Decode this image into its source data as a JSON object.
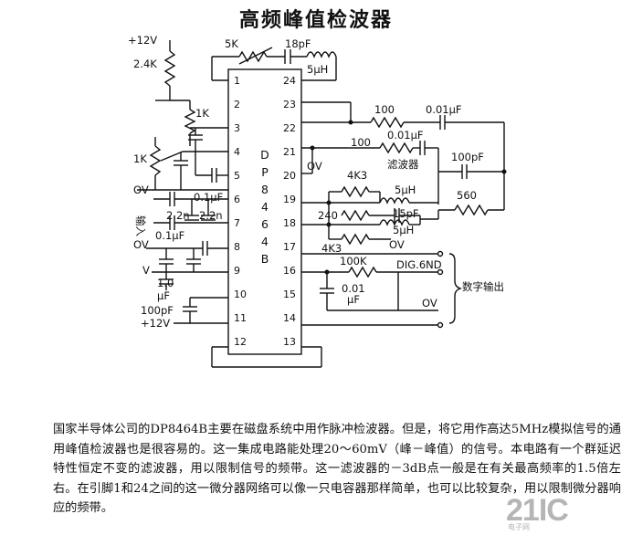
{
  "title": "高频峰值检波器",
  "chip": {
    "letters": [
      "D",
      "P",
      "8",
      "4",
      "6",
      "4",
      "B"
    ],
    "left_pins": [
      "1",
      "2",
      "3",
      "4",
      "5",
      "6",
      "7",
      "8",
      "9",
      "10",
      "11",
      "12"
    ],
    "right_pins": [
      "24",
      "23",
      "22",
      "21",
      "20",
      "19",
      "18",
      "17",
      "16",
      "15",
      "14",
      "13"
    ]
  },
  "labels": {
    "vcc_top": "+12V",
    "r_24k": "2.4K",
    "r_5k": "5K",
    "c_18p": "18pF",
    "l_5uh_top": "5μH",
    "r_1k_a": "1K",
    "r_1k_b": "1K",
    "ov_1": "OV",
    "c_01u_a": "0.1μF",
    "input": "输入",
    "c_22n_a": "2.2n",
    "c_22n_b": "2.2n",
    "ov_2": "OV",
    "c_01u_b": "0.1μF",
    "v_label": "V",
    "c_10u": "1.0",
    "c_10u_unit": "μF",
    "c_100p_l": "100pF",
    "vcc_bot": "+12V",
    "r_100_a": "100",
    "c_001u_a": "0.01μF",
    "r_100_b": "100",
    "c_001u_b": "0.01μF",
    "filter": "滤波器",
    "c_100p_r": "100pF",
    "ov_3": "OV",
    "r_4k3_a": "4K3",
    "l_5uh_a": "5μH",
    "r_560": "560",
    "r_240": "240",
    "c_15p": "15pF",
    "l_5uh_b": "5μH",
    "r_4k3_b": "4K3",
    "ov_4": "OV",
    "r_100k": "100K",
    "dig_gnd": "DIG.6ND",
    "c_001u_c": "0.01",
    "c_001u_c_unit": "μF",
    "ov_5": "OV",
    "digital_out": "数字输出"
  },
  "description": "国家半导体公司的DP8464B主要在磁盘系统中用作脉冲检波器。但是，将它用作高达5MHz模拟信号的通用峰值检波器也是很容易的。这一集成电路能处理20～60mV（峰－峰值）的信号。本电路有一个群延迟特性恒定不变的滤波器，用以限制信号的频带。这一滤波器的－3dB点一般是在有关最高频率的1.5倍左右。在引脚1和24之间的这一微分器网络可以像一只电容器那样简单，也可以比较复杂，用以限制微分器响应的频带。",
  "watermark": {
    "text": "21IC",
    "sub": "电子网"
  }
}
